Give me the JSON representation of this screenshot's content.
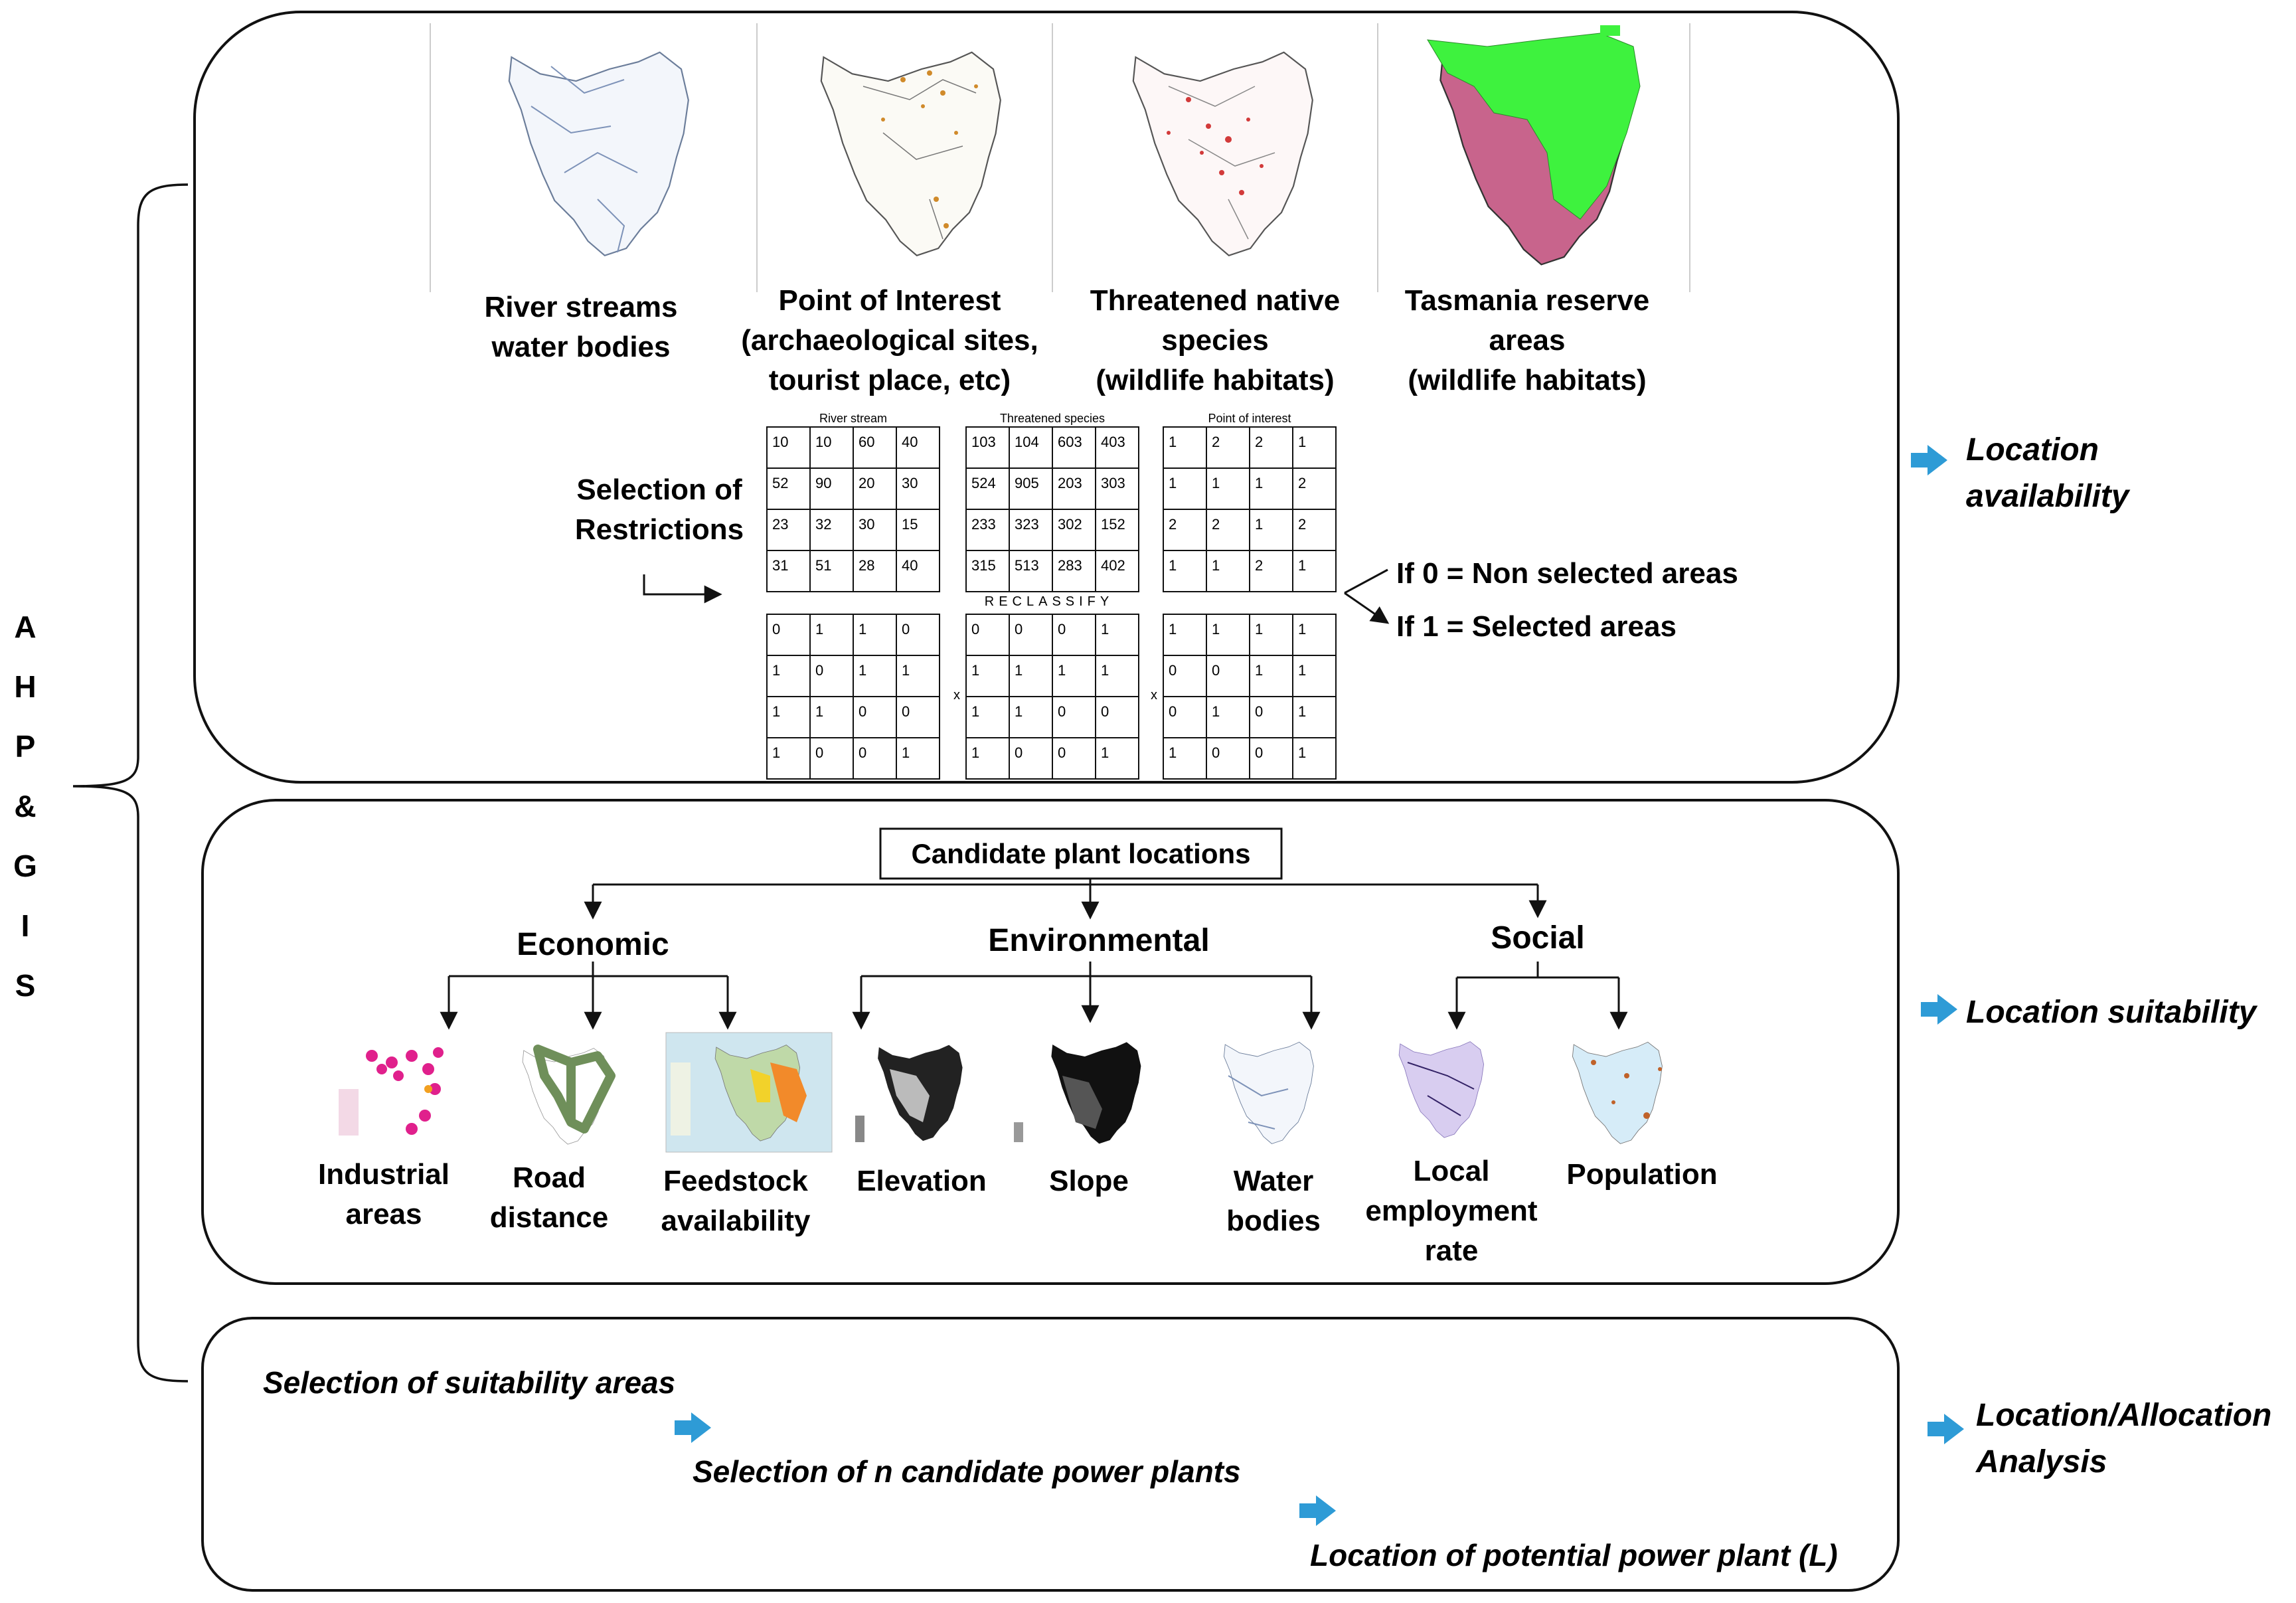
{
  "ahp_letters": [
    "A",
    "H",
    "P",
    "&",
    "G",
    "I",
    "S"
  ],
  "panel1": {
    "maps": [
      {
        "lines": [
          "River streams",
          "water bodies"
        ],
        "icon": "tasmania-river-map-icon"
      },
      {
        "lines": [
          "Point of Interest",
          "(archaeological sites,",
          "tourist place, etc)"
        ],
        "icon": "tasmania-poi-map-icon"
      },
      {
        "lines": [
          "Threatened native",
          "species",
          "(wildlife habitats)"
        ],
        "icon": "tasmania-threatened-species-map-icon"
      },
      {
        "lines": [
          "Tasmania reserve",
          "areas",
          "(wildlife habitats)"
        ],
        "icon": "tasmania-reserve-map-icon"
      }
    ],
    "selection_label": [
      "Selection of",
      "Restrictions"
    ],
    "grids": [
      {
        "title": "River stream",
        "rows": [
          [
            "10",
            "10",
            "60",
            "40"
          ],
          [
            "52",
            "90",
            "20",
            "30"
          ],
          [
            "23",
            "32",
            "30",
            "15"
          ],
          [
            "31",
            "51",
            "28",
            "40"
          ]
        ]
      },
      {
        "title": "Threatened species",
        "rows": [
          [
            "103",
            "104",
            "603",
            "403"
          ],
          [
            "524",
            "905",
            "203",
            "303"
          ],
          [
            "233",
            "323",
            "302",
            "152"
          ],
          [
            "315",
            "513",
            "283",
            "402"
          ]
        ]
      },
      {
        "title": "Point of interest",
        "rows": [
          [
            "1",
            "2",
            "2",
            "1"
          ],
          [
            "1",
            "1",
            "1",
            "2"
          ],
          [
            "2",
            "2",
            "1",
            "2"
          ],
          [
            "1",
            "1",
            "2",
            "1"
          ]
        ]
      }
    ],
    "reclassify_label": "RECLASSIFY",
    "reclass_grids": [
      {
        "rows": [
          [
            "0",
            "1",
            "1",
            "0"
          ],
          [
            "1",
            "0",
            "1",
            "1"
          ],
          [
            "1",
            "1",
            "0",
            "0"
          ],
          [
            "1",
            "0",
            "0",
            "1"
          ]
        ]
      },
      {
        "rows": [
          [
            "0",
            "0",
            "0",
            "1"
          ],
          [
            "1",
            "1",
            "1",
            "1"
          ],
          [
            "1",
            "1",
            "0",
            "0"
          ],
          [
            "1",
            "0",
            "0",
            "1"
          ]
        ]
      },
      {
        "rows": [
          [
            "1",
            "1",
            "1",
            "1"
          ],
          [
            "0",
            "0",
            "1",
            "1"
          ],
          [
            "0",
            "1",
            "0",
            "1"
          ],
          [
            "1",
            "0",
            "0",
            "1"
          ]
        ]
      }
    ],
    "multiply_symbol": "x",
    "if_zero": "If 0 = Non selected areas",
    "if_one": "If 1 = Selected areas",
    "outcome": [
      "Location",
      "availability"
    ]
  },
  "panel2": {
    "root": "Candidate plant locations",
    "categories": [
      "Economic",
      "Environmental",
      "Social"
    ],
    "items": [
      {
        "lines": [
          "Industrial",
          "areas"
        ],
        "icon": "industrial-areas-map-icon"
      },
      {
        "lines": [
          "Road",
          "distance"
        ],
        "icon": "road-distance-map-icon"
      },
      {
        "lines": [
          "Feedstock",
          "availability"
        ],
        "icon": "feedstock-map-icon"
      },
      {
        "lines": [
          "Elevation"
        ],
        "icon": "elevation-map-icon"
      },
      {
        "lines": [
          "Slope"
        ],
        "icon": "slope-map-icon"
      },
      {
        "lines": [
          "Water",
          "bodies"
        ],
        "icon": "water-bodies-map-icon"
      },
      {
        "lines": [
          "Local",
          "employment",
          "rate"
        ],
        "icon": "employment-map-icon"
      },
      {
        "lines": [
          "Population"
        ],
        "icon": "population-map-icon"
      }
    ],
    "outcome": "Location suitability"
  },
  "panel3": {
    "steps": [
      "Selection of suitability areas",
      "Selection of n candidate power plants",
      "Location of potential power plant (L)"
    ],
    "outcome": [
      "Location/Allocation",
      "Analysis"
    ]
  },
  "colors": {
    "arrow": "#2e9bd6",
    "reserve_green": "#3ef23e",
    "reserve_pink": "#c8648c",
    "line": "#111111"
  }
}
